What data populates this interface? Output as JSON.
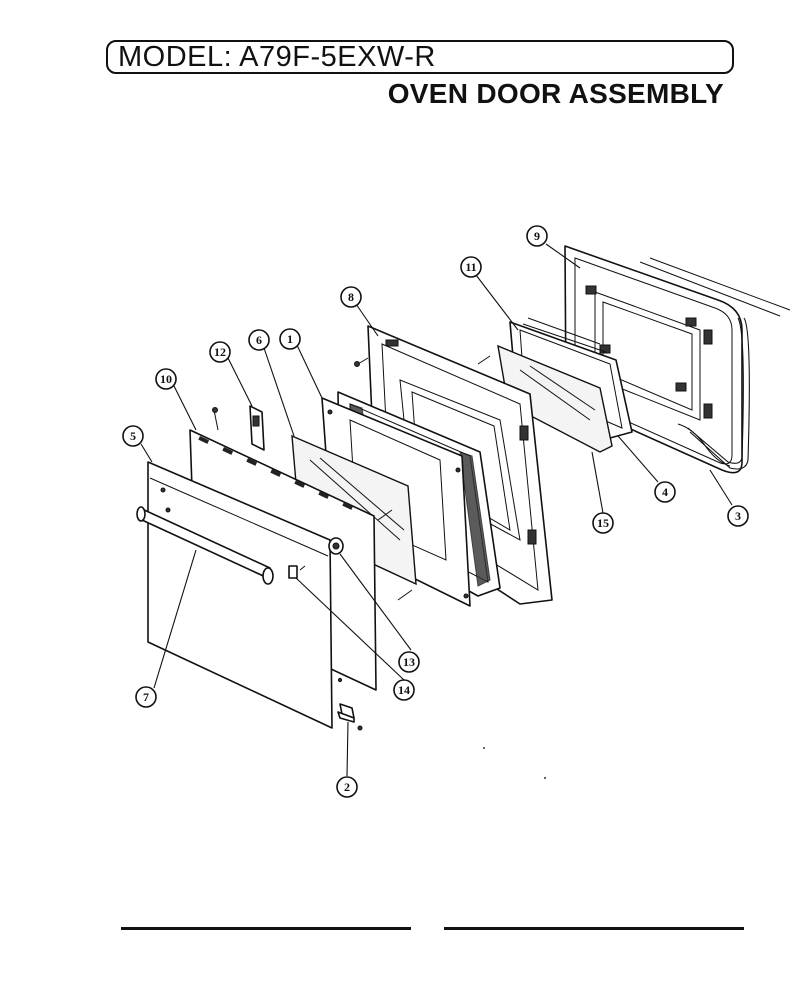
{
  "header": {
    "model_text": "MODEL: A79F-5EXW-R",
    "title": "OVEN DOOR ASSEMBLY"
  },
  "callouts": [
    {
      "label": "1"
    },
    {
      "label": "2"
    },
    {
      "label": "3"
    },
    {
      "label": "4"
    },
    {
      "label": "5"
    },
    {
      "label": "6"
    },
    {
      "label": "7"
    },
    {
      "label": "8"
    },
    {
      "label": "9"
    },
    {
      "label": "10"
    },
    {
      "label": "11"
    },
    {
      "label": "12"
    },
    {
      "label": "13"
    },
    {
      "label": "14"
    },
    {
      "label": "15"
    }
  ]
}
